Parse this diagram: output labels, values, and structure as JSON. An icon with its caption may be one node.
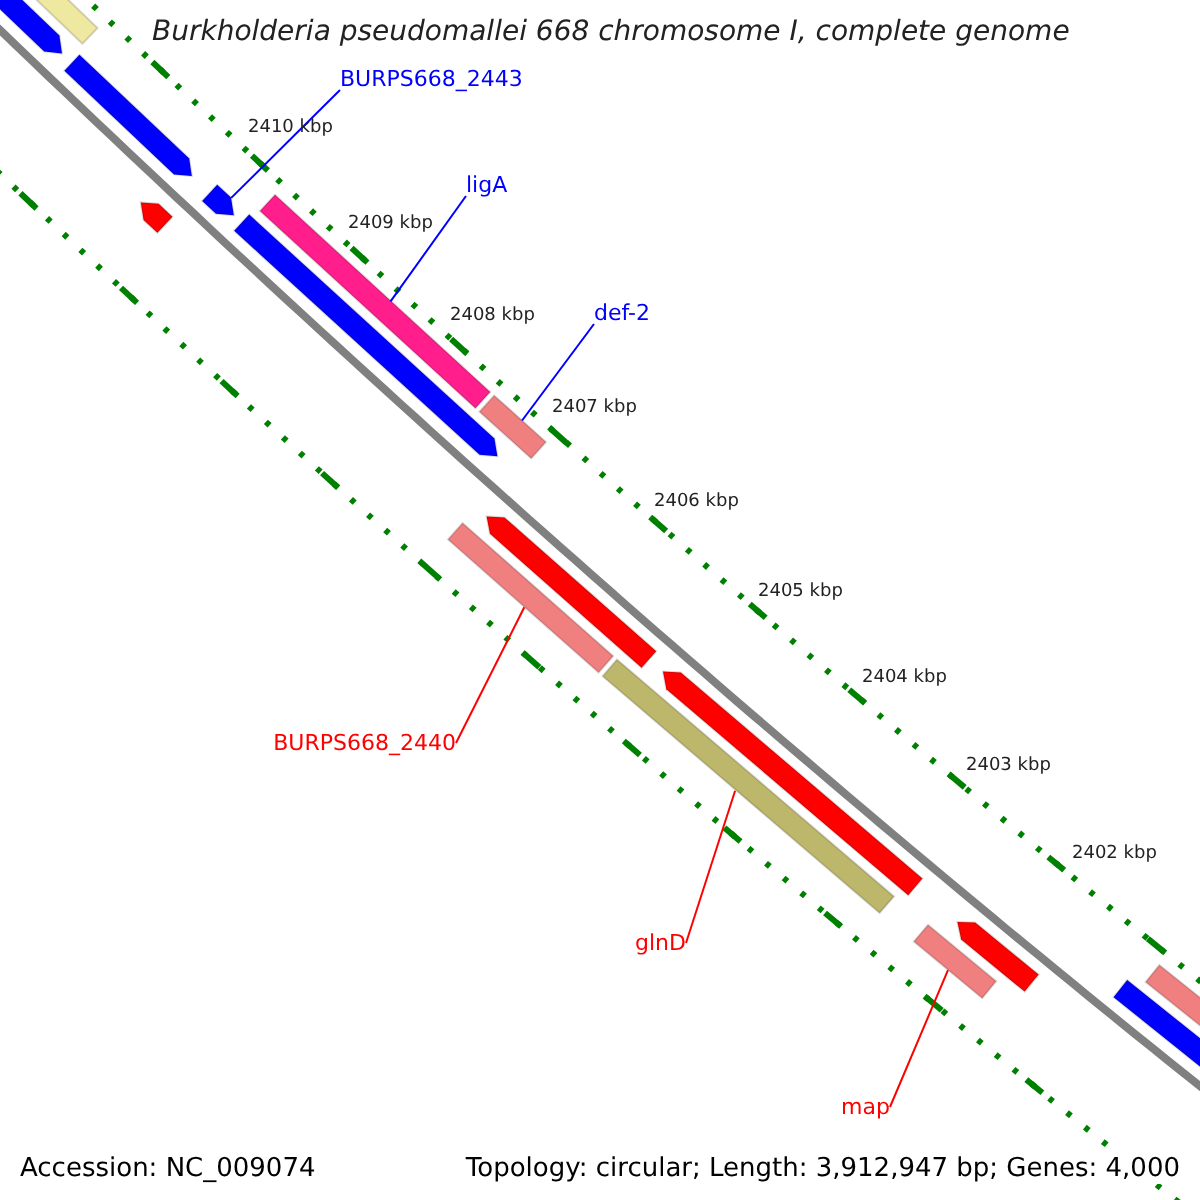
{
  "diagram": {
    "title": "Burkholderia pseudomallei 668 chromosome I, complete genome",
    "nodes": [
      {
        "text": [
          "BURPS668_2443"
        ]
      },
      {
        "text": [
          "ligA"
        ]
      },
      {
        "text": [
          "def-2"
        ]
      },
      {
        "text": [
          "BURPS668_2440"
        ]
      },
      {
        "text": [
          "glnD"
        ]
      },
      {
        "text": [
          "map"
        ]
      },
      {
        "text": [],
        "shape": "arrow"
      },
      {
        "text": [],
        "shape": "bar"
      },
      {
        "text": [],
        "shape": "arrow"
      },
      {
        "text": [],
        "shape": "arrow"
      },
      {
        "text": [],
        "shape": "arrow"
      },
      {
        "text": [],
        "shape": "arrow"
      },
      {
        "text": [],
        "shape": "bar"
      },
      {
        "text": [],
        "shape": "bar"
      },
      {
        "text": [],
        "shape": "bar"
      },
      {
        "text": [],
        "shape": "arrow"
      },
      {
        "text": [],
        "shape": "bar"
      },
      {
        "text": [],
        "shape": "arrow"
      },
      {
        "text": [],
        "shape": "bar"
      },
      {
        "text": [],
        "shape": "arrow"
      },
      {
        "text": [],
        "shape": "bar"
      },
      {
        "text": [],
        "shape": "bar"
      }
    ],
    "edges": [
      {
        "from": 0,
        "to": 10,
        "arrow": "none",
        "color": "#0000ff"
      },
      {
        "from": 1,
        "to": 12,
        "arrow": "none",
        "color": "#0000ff"
      },
      {
        "from": 2,
        "to": 13,
        "arrow": "none",
        "color": "#0000ff"
      },
      {
        "from": 3,
        "to": 14,
        "arrow": "none",
        "color": "#ff0000"
      },
      {
        "from": 4,
        "to": 16,
        "arrow": "none",
        "color": "#ff0000"
      },
      {
        "from": 5,
        "to": 18,
        "arrow": "none",
        "color": "#ff0000"
      }
    ],
    "labels": [
      "2410 kbp",
      "2409 kbp",
      "2408 kbp",
      "2407 kbp",
      "2406 kbp",
      "2405 kbp",
      "2404 kbp",
      "2403 kbp",
      "2402 kbp",
      "Accession: NC_009074",
      "Topology: circular; Length: 3,912,947 bp; Genes: 4,000"
    ]
  }
}
